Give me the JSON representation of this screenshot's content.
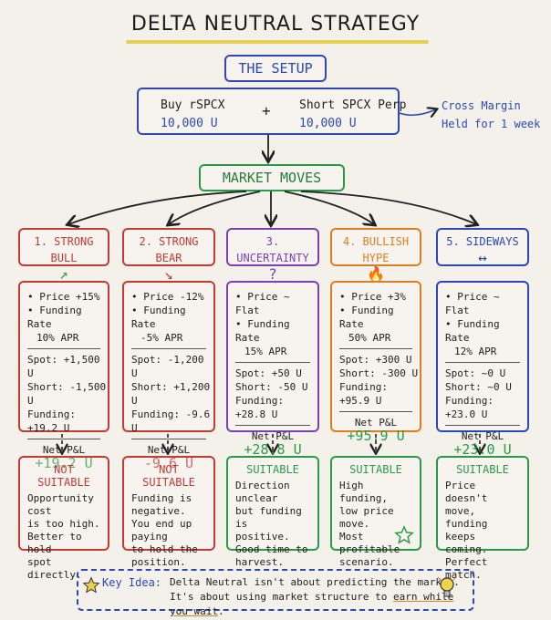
{
  "title": "DELTA NEUTRAL STRATEGY",
  "setup": {
    "label": "THE SETUP",
    "left_line1": "Buy rSPCX",
    "left_line2": "10,000 U",
    "plus": "+",
    "right_line1": "Short SPCX Perp",
    "right_line2": "10,000 U",
    "note_line1": "Cross Margin",
    "note_line2": "Held for 1 week"
  },
  "market_moves": "MARKET MOVES",
  "scenarios": [
    {
      "title": "1. STRONG BULL",
      "icon": "↗",
      "price": "• Price +15%",
      "funding1": "• Funding Rate",
      "funding2": "10% APR",
      "spot": "Spot: +1,500 U",
      "short": "Short: -1,500 U",
      "funding": "Funding: +19.2 U",
      "pnl_label": "Net P&L",
      "pnl": "+19.2 U",
      "verdict": "NOT SUITABLE",
      "desc": [
        "Opportunity cost",
        "is too high.",
        "Better to hold",
        "spot directly."
      ]
    },
    {
      "title": "2. STRONG BEAR",
      "icon": "↘",
      "price": "• Price -12%",
      "funding1": "• Funding Rate",
      "funding2": "-5% APR",
      "spot": "Spot: -1,200 U",
      "short": "Short: +1,200 U",
      "funding": "Funding: -9.6 U",
      "pnl_label": "Net P&L",
      "pnl": "-9.6 U",
      "verdict": "NOT SUITABLE",
      "desc": [
        "Funding is negative.",
        "You end up paying",
        "to hold the",
        "position."
      ]
    },
    {
      "title": "3. UNCERTAINTY",
      "icon": "?",
      "price": "• Price ~ Flat",
      "funding1": "• Funding Rate",
      "funding2": "15% APR",
      "spot": "Spot: +50 U",
      "short": "Short: -50 U",
      "funding": "Funding: +28.8 U",
      "pnl_label": "Net P&L",
      "pnl": "+28.8 U",
      "verdict": "SUITABLE",
      "desc": [
        "Direction unclear",
        "but funding is",
        "positive.",
        "Good time to",
        "harvest."
      ]
    },
    {
      "title": "4. BULLISH HYPE",
      "icon": "🔥",
      "price": "• Price +3%",
      "funding1": "• Funding Rate",
      "funding2": "50% APR",
      "spot": "Spot: +300 U",
      "short": "Short: -300 U",
      "funding": "Funding: +95.9 U",
      "pnl_label": "Net P&L",
      "pnl": "+95.9 U",
      "verdict": "SUITABLE",
      "desc": [
        "High funding,",
        "low price move.",
        "Most profitable",
        "scenario."
      ]
    },
    {
      "title": "5. SIDEWAYS",
      "icon": "↔",
      "price": "• Price ~ Flat",
      "funding1": "• Funding Rate",
      "funding2": "12% APR",
      "spot": "Spot: ~0 U",
      "short": "Short: ~0 U",
      "funding": "Funding: +23.0 U",
      "pnl_label": "Net P&L",
      "pnl": "+23.0 U",
      "verdict": "SUITABLE",
      "desc": [
        "Price doesn't move,",
        "funding keeps",
        "coming.",
        "Perfect match."
      ]
    }
  ],
  "key_idea": {
    "label": "Key Idea:",
    "line1": "Delta Neutral isn't about predicting the market.",
    "line2_a": "It's about using market structure to ",
    "line2_b": "earn while you wait",
    "line2_c": "."
  }
}
